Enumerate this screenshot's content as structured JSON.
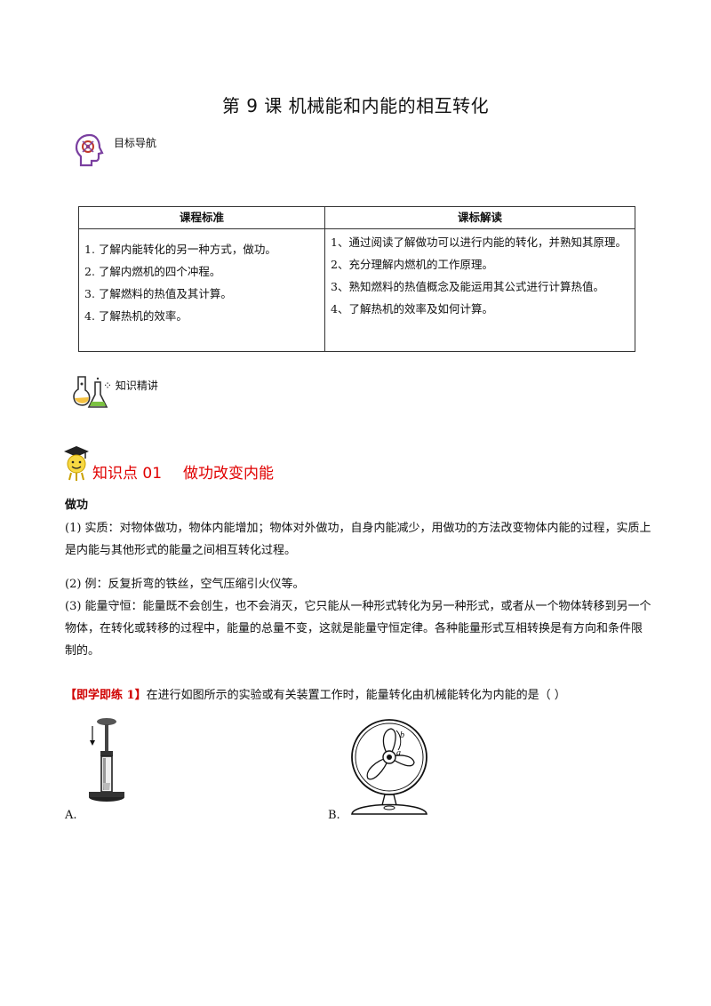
{
  "title": "第 9 课    机械能和内能的相互转化",
  "nav_label": "目标导航",
  "table": {
    "headers": [
      "课程标准",
      "课标解读"
    ],
    "left": [
      "1. 了解内能转化的另一种方式，做功。",
      "2. 了解内燃机的四个冲程。",
      "3. 了解燃料的热值及其计算。",
      "4. 了解热机的效率。"
    ],
    "right": [
      "1、通过阅读了解做功可以进行内能的转化，并熟知其原理。",
      "2、充分理解内燃机的工作原理。",
      "3、熟知燃料的热值概念及能运用其公式进行计算热值。",
      "4、了解热机的效率及如何计算。"
    ]
  },
  "knowledge_label": "知识精讲",
  "kp": {
    "number": "知识点 01",
    "name": "做功改变内能"
  },
  "heading": "做功",
  "paragraphs": [
    "(1) 实质：对物体做功，物体内能增加；物体对外做功，自身内能减少，用做功的方法改变物体内能的过程，实质上是内能与其他形式的能量之间相互转化过程。",
    "(2) 例：反复折弯的铁丝，空气压缩引火仪等。",
    "(3) 能量守恒：能量既不会创生，也不会消灭，它只能从一种形式转化为另一种形式，或者从一个物体转移到另一个物体，在转化或转移的过程中，能量的总量不变，这就是能量守恒定律。各种能量形式互相转换是有方向和条件限制的。"
  ],
  "exercise": {
    "tag": "【即学即练 1】",
    "question": "在进行如图所示的实验或有关装置工作时，能量转化由机械能转化为内能的是（        ）"
  },
  "options": {
    "a": "A.",
    "b": "B."
  },
  "fan_labels": {
    "b": "b",
    "a": "a"
  }
}
